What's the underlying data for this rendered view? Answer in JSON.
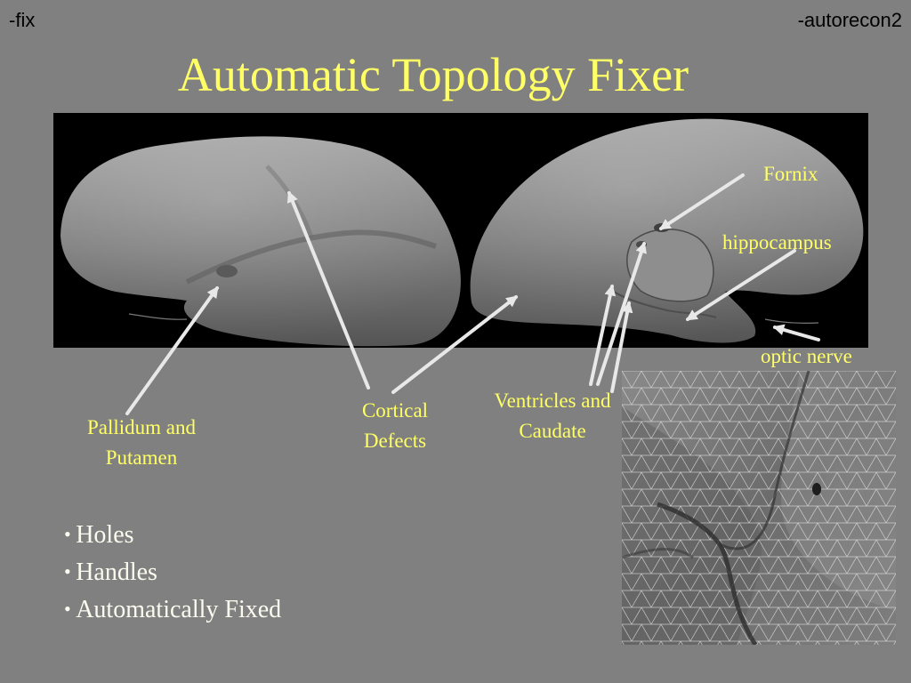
{
  "slide": {
    "corner_left": "-fix",
    "corner_right": "-autorecon2",
    "title": "Automatic Topology Fixer",
    "labels": {
      "fornix": "Fornix",
      "hippocampus": "hippocampus",
      "optic_nerve": "optic nerve",
      "ventricles": [
        "Ventricles and",
        "Caudate"
      ],
      "cortical": [
        "Cortical",
        "Defects"
      ],
      "pallidum": [
        "Pallidum and",
        "Putamen"
      ]
    },
    "bullets": [
      "Holes",
      "Handles",
      "Automatically Fixed"
    ]
  },
  "colors": {
    "background": "#808080",
    "title": "#ffff66",
    "label": "#ffff66",
    "bullet": "#fbfbef",
    "arrow": "#e8e8e8",
    "panel": "#000000"
  }
}
